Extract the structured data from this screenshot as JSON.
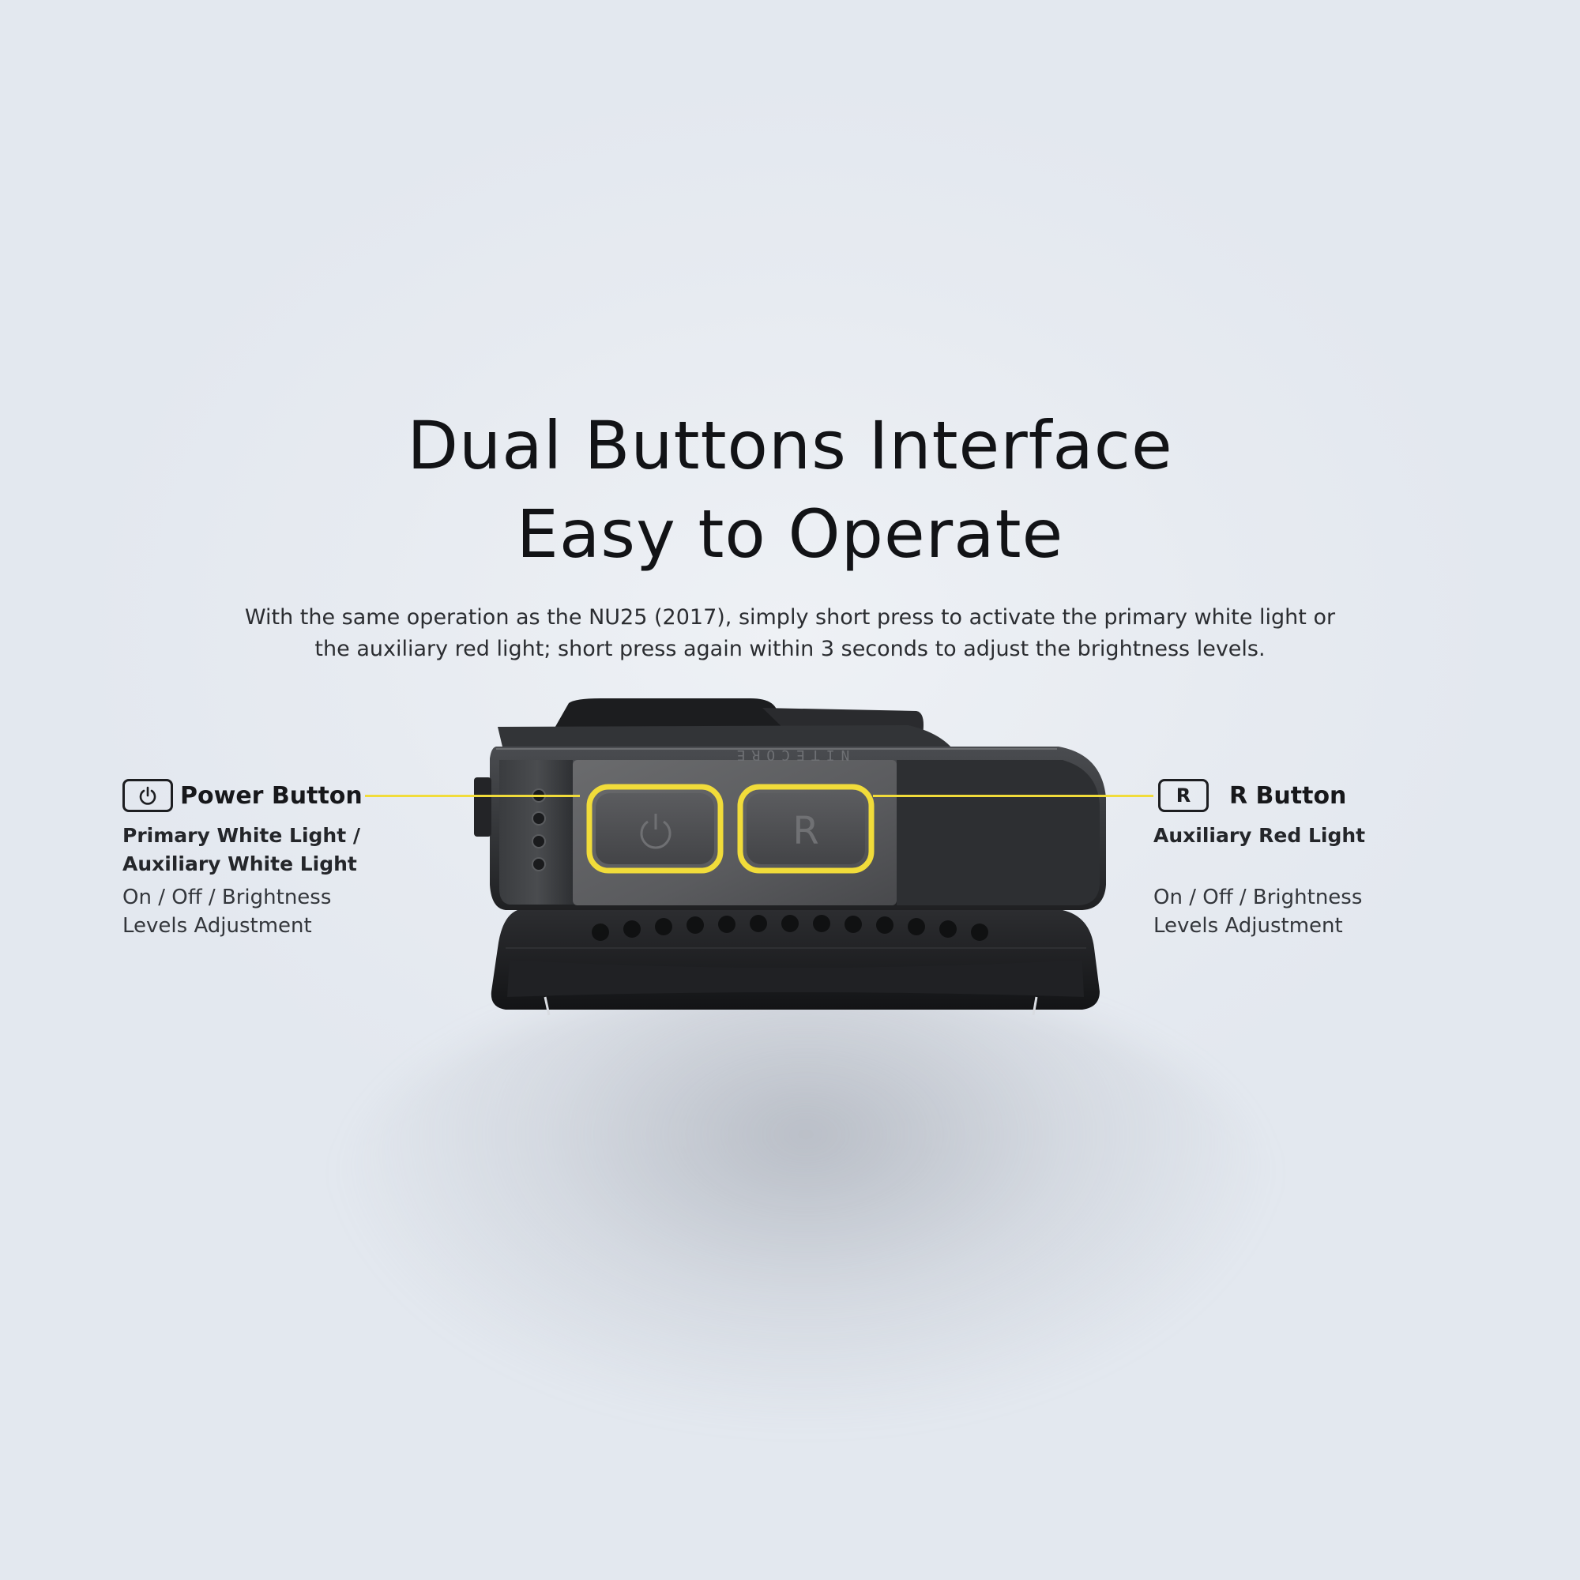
{
  "heading": {
    "line1": "Dual Buttons Interface",
    "line2": "Easy to Operate"
  },
  "intro": {
    "line1": "With the same operation as the NU25 (2017), simply short press to activate the primary white light or",
    "line2": "the auxiliary red light; short press again within 3 seconds to adjust the brightness levels."
  },
  "device": {
    "brand_engraving": "NITECORE",
    "right_button_glyph": "R",
    "left_button_icon": "power-icon"
  },
  "power_button": {
    "badge_icon": "power-icon",
    "title": "Power Button",
    "function_line1": "Primary White Light /",
    "function_line2": "Auxiliary White Light",
    "action_line1": "On / Off / Brightness",
    "action_line2": "Levels Adjustment"
  },
  "r_button": {
    "badge_text": "R",
    "title": "R Button",
    "function_line1": "Auxiliary Red Light",
    "action_line1": "On / Off / Brightness",
    "action_line2": "Levels Adjustment"
  },
  "colors": {
    "background": "#e6eaf0",
    "highlight": "#f1dc3a",
    "text": "#121316",
    "device_body": "#2a2c2f"
  }
}
